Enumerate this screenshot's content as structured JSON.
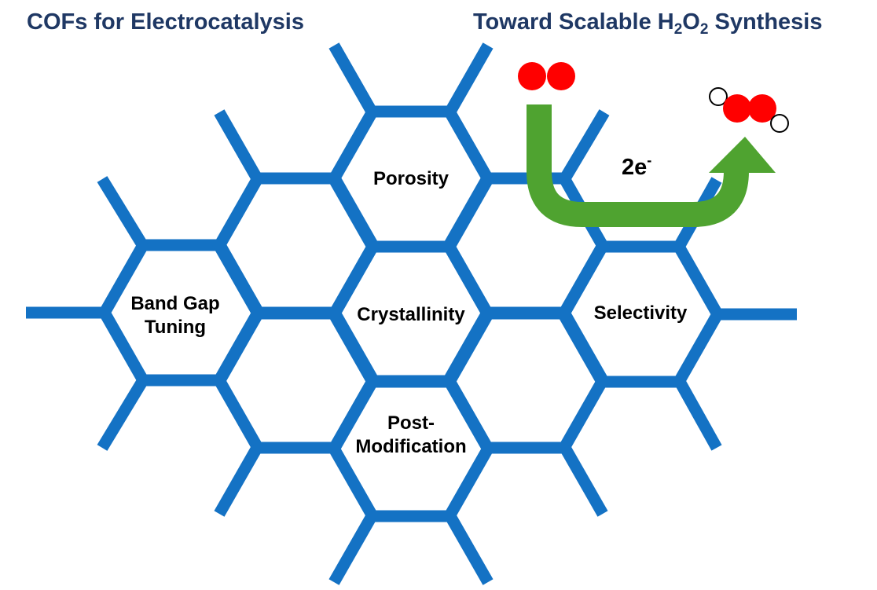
{
  "titles": {
    "left": "COFs for Electrocatalysis",
    "right_prefix": "Toward Scalable H",
    "right_sub1": "2",
    "right_mid": "O",
    "right_sub2": "2",
    "right_suffix": " Synthesis"
  },
  "hexagons": {
    "porosity": "Porosity",
    "crystallinity": "Crystallinity",
    "band_gap_line1": "Band Gap",
    "band_gap_line2": "Tuning",
    "selectivity": "Selectivity",
    "post_line1": "Post-",
    "post_line2": "Modification"
  },
  "reaction": {
    "electrons": "2e",
    "electron_charge": "-"
  },
  "colors": {
    "framework": "#1472c4",
    "arrow": "#4fa330",
    "oxygen": "#ff0000",
    "hydrogen": "#ffffff",
    "title": "#1f3864"
  }
}
